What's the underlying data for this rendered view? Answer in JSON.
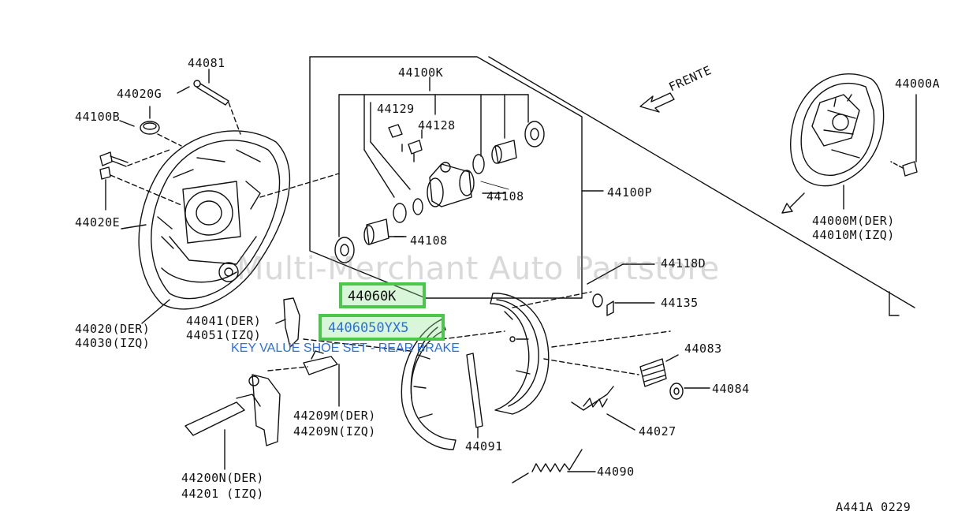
{
  "labels": {
    "p44081": "44081",
    "p44020G": "44020G",
    "p44100B": "44100B",
    "p44020E": "44020E",
    "p44100K": "44100K",
    "p44129": "44129",
    "p44128": "44128",
    "p44108a": "44108",
    "p44108b": "44108",
    "p44100P": "44100P",
    "frente": "FRENTE",
    "p44000A": "44000A",
    "p44000M": "44000M(DER)",
    "p44010M": "44010M(IZQ)",
    "p44118D": "44118D",
    "p44135": "44135",
    "p44083": "44083",
    "p44084": "44084",
    "p44027": "44027",
    "p44090": "44090",
    "p44091": "44091",
    "p44020": "44020(DER)",
    "p44030": "44030(IZQ)",
    "p44041": "44041(DER)",
    "p44051": "44051(IZQ)",
    "p44209M": "44209M(DER)",
    "p44209N": "44209N(IZQ)",
    "p44200N": "44200N(DER)",
    "p44201": "44201 (IZQ)",
    "code": "A441A 0229"
  },
  "watermark": "Multi-Merchant Auto Partstore",
  "highlight": {
    "part_number": "44060K",
    "oem_number": "4406050YX5",
    "caption": "KEY VALUE SHOE SET - REAR BRAKE",
    "color": "#4cc64c",
    "text_color": "#2a6fdf"
  }
}
